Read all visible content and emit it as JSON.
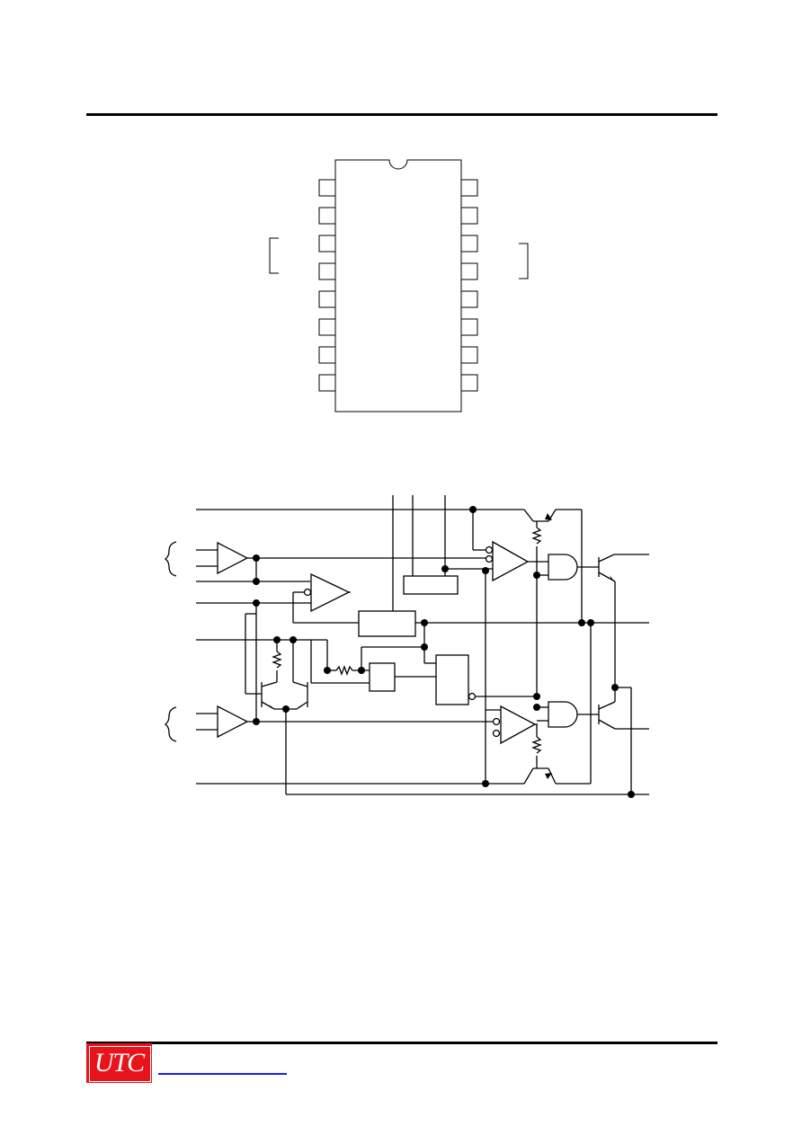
{
  "header": {},
  "pin_diagram": {
    "package": "DIP-16",
    "pins_per_side": 8
  },
  "block_diagram": {},
  "footer": {
    "logo": {
      "text": "UTC",
      "background_color": "#e8141c",
      "text_color": "#ffffff"
    },
    "link_color": "#1a1aff"
  }
}
